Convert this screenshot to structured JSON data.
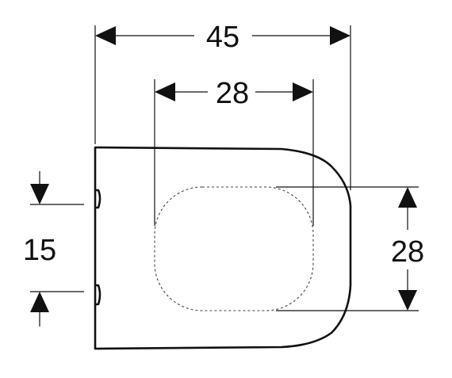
{
  "dimensions": {
    "overall_width": "45",
    "inner_width": "28",
    "inner_height": "28",
    "hinge_spacing": "15"
  },
  "colors": {
    "line": "#111111",
    "background": "#ffffff"
  }
}
